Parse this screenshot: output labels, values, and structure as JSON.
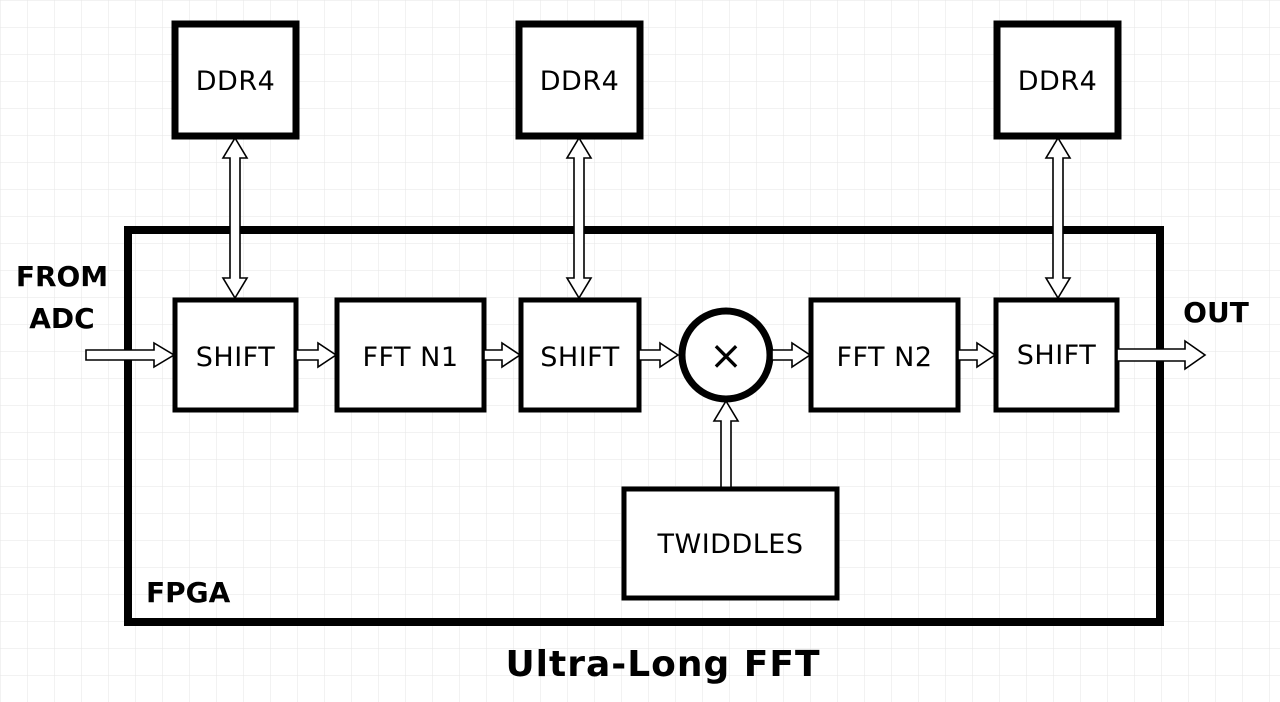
{
  "diagram": {
    "caption": "Ultra-Long FFT",
    "container_label": "FPGA",
    "input_label_line1": "FROM",
    "input_label_line2": "ADC",
    "output_label": "OUT",
    "memories": [
      {
        "label": "DDR4"
      },
      {
        "label": "DDR4"
      },
      {
        "label": "DDR4"
      }
    ],
    "blocks": {
      "shift_1": "SHIFT",
      "fft_n1": "FFT N1",
      "shift_2": "SHIFT",
      "multiplier": "×",
      "fft_n2": "FFT N2",
      "shift_3": "SHIFT",
      "twiddles": "TWIDDLES"
    },
    "colors": {
      "stroke": "#000000",
      "fill": "#ffffff",
      "grid": "#e6e6e6"
    }
  }
}
